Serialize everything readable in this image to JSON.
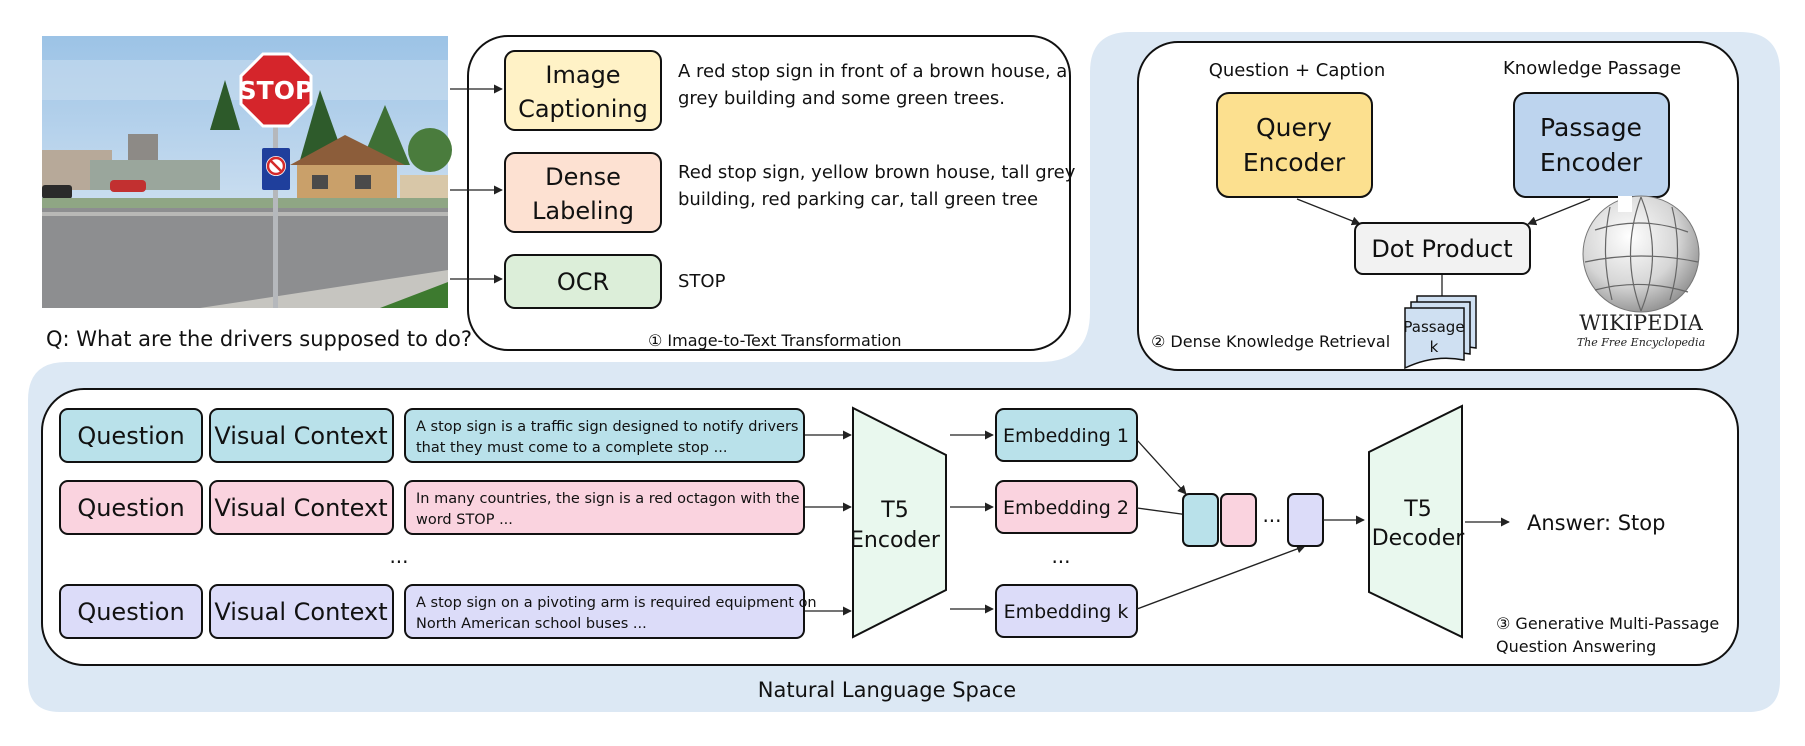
{
  "query": {
    "question": "Q: What are the drivers supposed to do?"
  },
  "photo": {
    "sign_text": "STOP"
  },
  "transform": {
    "caption": "① Image-to-Text Transformation",
    "modules": [
      {
        "label_line1": "Image",
        "label_line2": "Captioning",
        "fill": "#fff2c6",
        "output_line1": "A red stop sign in front of a brown house, a",
        "output_line2": "grey building and some green trees."
      },
      {
        "label_line1": "Dense",
        "label_line2": "Labeling",
        "fill": "#fde1d2",
        "output_line1": "Red stop sign, yellow brown house, tall grey",
        "output_line2": "building, red parking car, tall green tree"
      },
      {
        "label_line1": "OCR",
        "label_line2": "",
        "fill": "#dceed9",
        "output_line1": "STOP",
        "output_line2": ""
      }
    ]
  },
  "retrieval": {
    "caption": "② Dense Knowledge Retrieval",
    "query_header": "Question + Caption",
    "passage_header": "Knowledge Passage",
    "query_encoder_line1": "Query",
    "query_encoder_line2": "Encoder",
    "passage_encoder_line1": "Passage",
    "passage_encoder_line2": "Encoder",
    "dot_product": "Dot Product",
    "passage_doc_line1": "Passage",
    "passage_doc_line2": "k",
    "wiki_title": "WIKIPEDIA",
    "wiki_subtitle": "The Free Encyclopedia",
    "colors": {
      "query": "#fce08f",
      "passage": "#bdd4ee",
      "dot": "#f2f2f2"
    }
  },
  "qa": {
    "caption_line1": "③ Generative Multi-Passage",
    "caption_line2": "Question Answering",
    "rows": [
      {
        "question": "Question",
        "context": "Visual Context",
        "passage_line1": "A stop sign is a traffic sign designed to notify drivers",
        "passage_line2": "that they must come to a complete stop ...",
        "embedding": "Embedding 1",
        "fill": "#b9e1ea"
      },
      {
        "question": "Question",
        "context": "Visual Context",
        "passage_line1": "In many countries, the sign is a red octagon with the",
        "passage_line2": "word STOP ...",
        "embedding": "Embedding 2",
        "fill": "#fad3df"
      },
      {
        "question": "Question",
        "context": "Visual Context",
        "passage_line1": "A stop sign on a pivoting arm is required equipment on",
        "passage_line2": "North American school buses ...",
        "embedding": "Embedding k",
        "fill": "#dcdcf9"
      }
    ],
    "rows_ellipsis": "...",
    "embed_ellipsis": "...",
    "concat_ellipsis": "...",
    "encoder_line1": "T5",
    "encoder_line2": "Encoder",
    "decoder_line1": "T5",
    "decoder_line2": "Decoder",
    "answer": "Answer: Stop",
    "trapezoid_fill": "#e9f8ee"
  },
  "space_label": "Natural Language Space",
  "background_color": "#dce8f4"
}
